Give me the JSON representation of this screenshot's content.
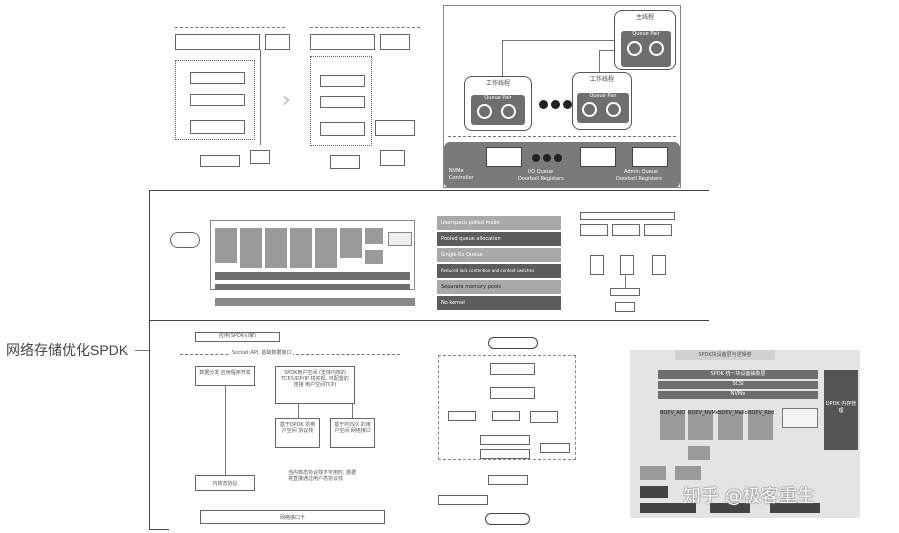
{
  "root_label": "网络存储优化SPDK",
  "watermark": "知乎 @极客重生",
  "colors": {
    "nvme_panel": "#7a7a7a",
    "queue_pair": "#6e6e6e",
    "bar_light": "#a9a9a9",
    "bar_dark": "#5c5c5c"
  },
  "nvme": {
    "main_thread": "主线程",
    "worker_thread_1": "工作线程",
    "worker_thread_2": "工作线程",
    "queue_pair_1": "Queue Pair",
    "queue_pair_2": "Queue Pair",
    "queue_pair_admin": "Queue Pair",
    "controller_l1": "NVMe",
    "controller_l2": "Controller",
    "io_regs_l1": "I/O Queue",
    "io_regs_l2": "Doorbell Registers",
    "admin_regs_l1": "Admin Queue",
    "admin_regs_l2": "Doorbell Registers"
  },
  "features": [
    "Userspace polled mode",
    "Pooled queue allocation",
    "Single-Rx Queue",
    "Reduced lock contention and context switches",
    "Separate memory pools",
    "No kernel"
  ],
  "bottom_left": {
    "app_header": "应用(SPDK引擎)",
    "socket_api": "Socket API, 基础数据接口",
    "box_app": "数据分发 应用程序开发",
    "box_stack": "SPDK用户空间 (支持内核的TCP/UDP/IP 栈实现, 可配置的连接 用户空间TCP)",
    "box_dpdk": "基于DPDK 的用户空间 协议栈",
    "box_posix": "基于POSIX 的用户空间 网络接口",
    "box_fallback": "内核态协议",
    "note": "当内核态协议栈不可用时, 数据将直接通过用户态协议栈",
    "footer": "网络接口卡"
  },
  "bottom_right": {
    "title": "SPDK块设备层与逻辑卷",
    "bar1": "SPDK 统一块设备抽象层",
    "bar2": "SCSI",
    "bar3": "NVMe",
    "side": "DPDK 内存管理",
    "bdevs": [
      "BDEV_AIO",
      "BDEV_NVMe",
      "BDEV_Malloc",
      "BDEV_Rbd"
    ]
  }
}
